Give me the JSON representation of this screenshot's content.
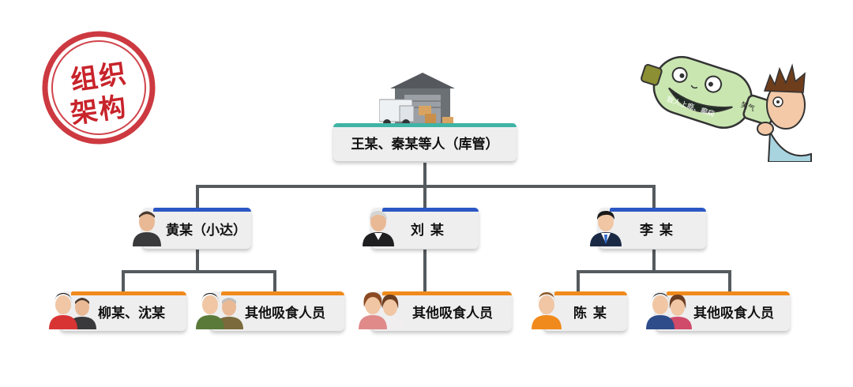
{
  "stamp": {
    "line1": "组织",
    "line2": "架构"
  },
  "cartoon": {
    "bottle_label": "致人上瘾、癫痫",
    "bottle_tag": "笑气"
  },
  "root": {
    "label": "王某、秦某等人（库管）",
    "icon": "warehouse-icon"
  },
  "level1": [
    {
      "label": "黄某（小达）",
      "icon": "man-avatar-icon"
    },
    {
      "label": "刘 某",
      "icon": "old-man-avatar-icon"
    },
    {
      "label": "李 某",
      "icon": "businessman-avatar-icon"
    }
  ],
  "level2": [
    {
      "label": "柳某、沈某",
      "icon": "two-people-icon"
    },
    {
      "label": "其他吸食人员",
      "icon": "group-avatar-icon"
    },
    {
      "label": "其他吸食人员",
      "icon": "couple-avatar-icon"
    },
    {
      "label": "陈 某",
      "icon": "person-avatar-icon"
    },
    {
      "label": "其他吸食人员",
      "icon": "couple-avatar-icon"
    }
  ],
  "colors": {
    "root_accent": "#3fb4a6",
    "level1_accent": "#2b57c5",
    "level2_accent": "#f08a1c",
    "stamp": "#c8232b",
    "connector": "#555a5e"
  }
}
